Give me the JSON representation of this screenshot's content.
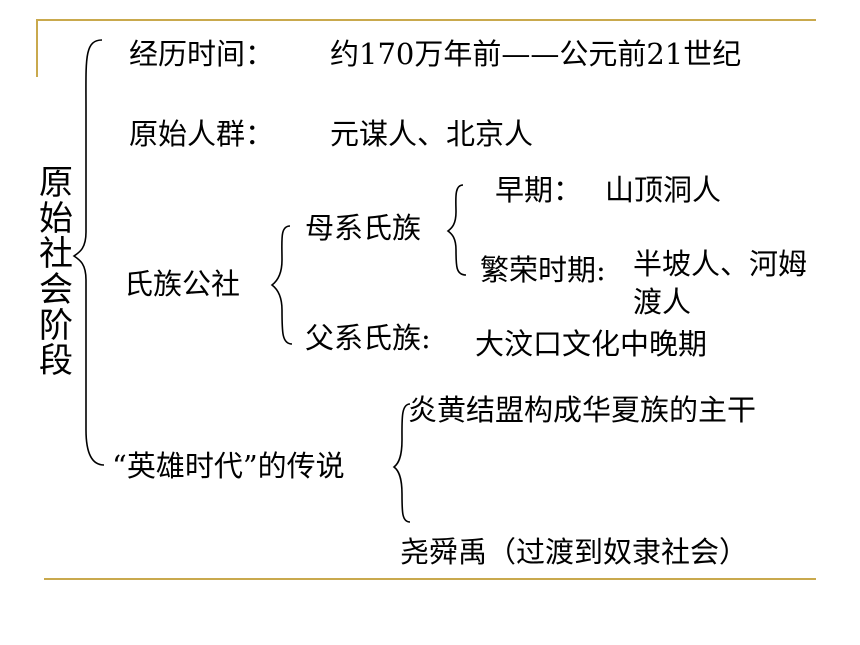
{
  "title": "原始社会阶段",
  "branches": {
    "experience": {
      "label": "经历时间：",
      "value": "约170万年前——公元前21世纪"
    },
    "primitive_group": {
      "label": "原始人群：",
      "value": "元谋人、北京人"
    },
    "clan_commune": {
      "label": "氏族公社",
      "matriarchal": {
        "label": "母系氏族",
        "early": {
          "label": "早期：",
          "value": "山顶洞人"
        },
        "prosperous": {
          "label": "繁荣时期:",
          "value_line1": "半坡人、河姆",
          "value_line2": "渡人"
        }
      },
      "patriarchal": {
        "label": "父系氏族:",
        "value": "大汶口文化中晚期"
      }
    },
    "hero_age": {
      "label": "“英雄时代”的传说",
      "item1": "炎黄结盟构成华夏族的主干",
      "item2": "尧舜禹（过渡到奴隶社会）"
    }
  },
  "colors": {
    "accent_line": "#c9a94d",
    "text": "#000000",
    "background": "#ffffff"
  }
}
